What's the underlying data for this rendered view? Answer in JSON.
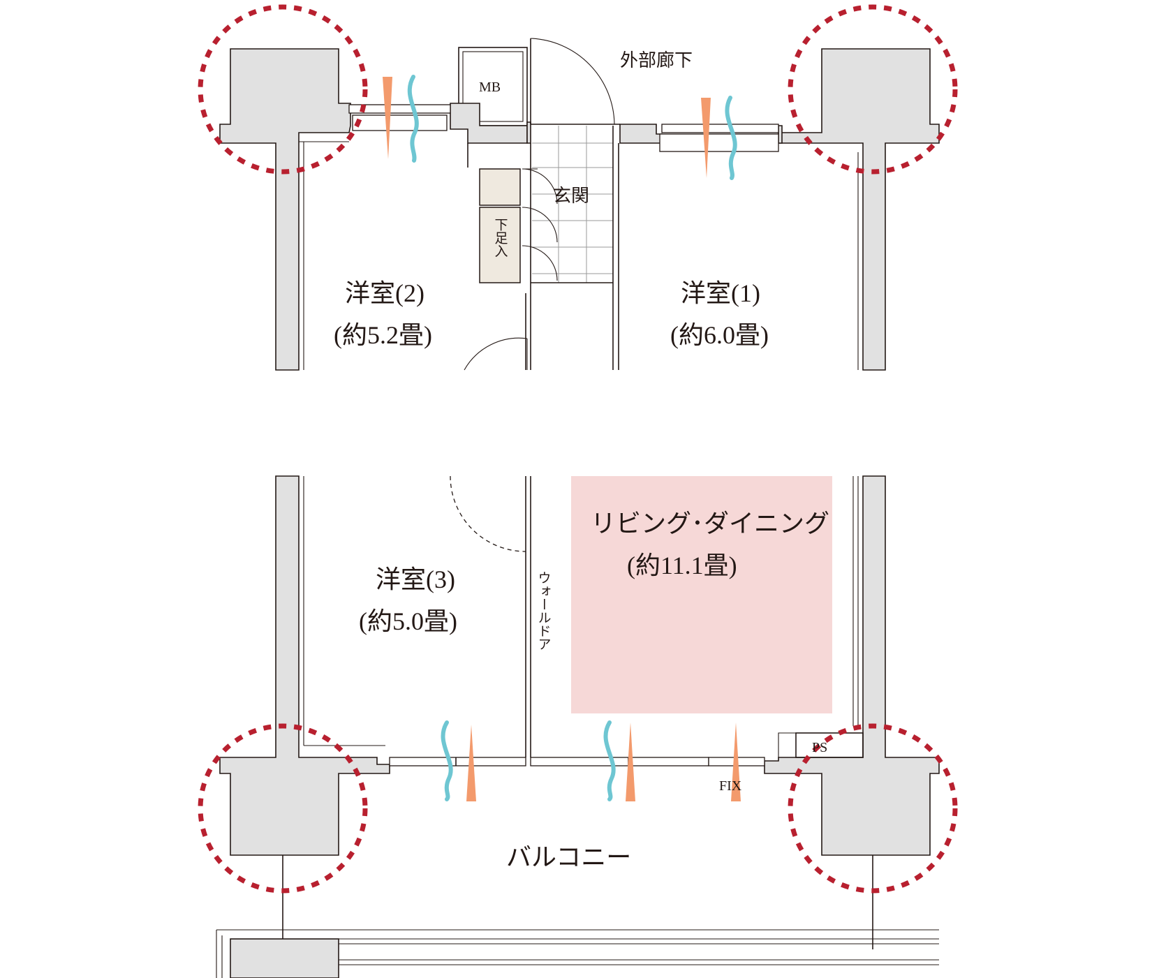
{
  "colors": {
    "wall_fill": "#e1e1e1",
    "line": "#231815",
    "living_fill": "#f6d8d7",
    "warm_air": "#f39a6c",
    "cool_air": "#6ec6d2",
    "highlight_circle": "#b8202f",
    "storage_fill": "#efe9df"
  },
  "labels": {
    "corridor": "外部廊下",
    "mb": "MB",
    "entrance": "玄関",
    "shoe_storage": "下足入",
    "room2_name": "洋室(2)",
    "room2_size": "(約5.2畳)",
    "room1_name": "洋室(1)",
    "room1_size": "(約6.0畳)",
    "room3_name": "洋室(3)",
    "room3_size": "(約5.0畳)",
    "living_name": "リビング･ダイニング",
    "living_size": "(約11.1畳)",
    "wall_door": "ウォールドア",
    "ps": "PS",
    "fix": "FIX",
    "balcony": "バルコニー"
  },
  "icons": {
    "warm_airflow": "warm-airflow-arrow-icon",
    "cool_airflow": "cool-airflow-wave-icon",
    "corner_highlight": "dashed-circle-highlight"
  }
}
